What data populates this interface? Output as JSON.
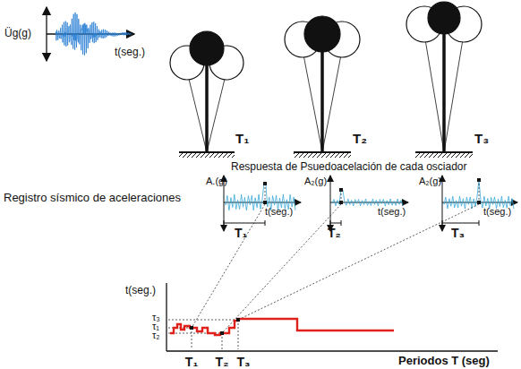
{
  "diagram": {
    "labels": [
      "Üg(g)",
      "t(seg.)",
      "Registro sísmico de aceleraciones",
      "T₁",
      "T₂",
      "T₃",
      "Respuesta de Psuedoacelación de cada osciador",
      "A.(g)",
      "t(seg.)",
      "T₁",
      "A₂(g)",
      "t(seg.)",
      "T₂",
      "A₂(g)",
      "t(seg.)",
      "T₃",
      "t(seg.)",
      "τ₃",
      "τ₁",
      "τ₂",
      "T₁",
      "T₂",
      "T₃",
      "Periodos T (seg)"
    ]
  }
}
